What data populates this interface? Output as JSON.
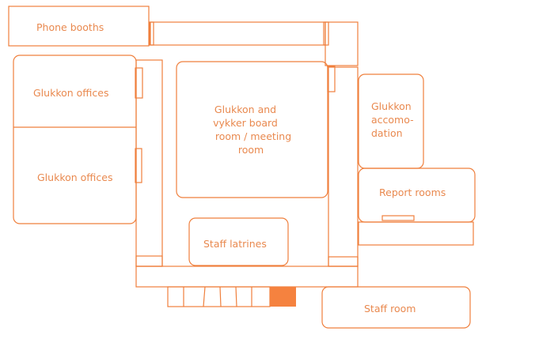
{
  "title": "Floor plan",
  "colors": {
    "line": "#ef7f3c",
    "text": "#e9894f",
    "fill": "#f5823f"
  },
  "rooms": {
    "phone_booths": "Phone booths",
    "offices_1": "Glukkon offices",
    "offices_2": "Glukkon offices",
    "board_room": [
      "Glukkon and",
      "vykker board",
      "room / meeting",
      "room"
    ],
    "accommodation": [
      "Glukkon",
      "accomo-",
      "dation"
    ],
    "report_rooms": "Report rooms",
    "staff_latrines": "Staff latrines",
    "staff_room": "Staff room"
  }
}
